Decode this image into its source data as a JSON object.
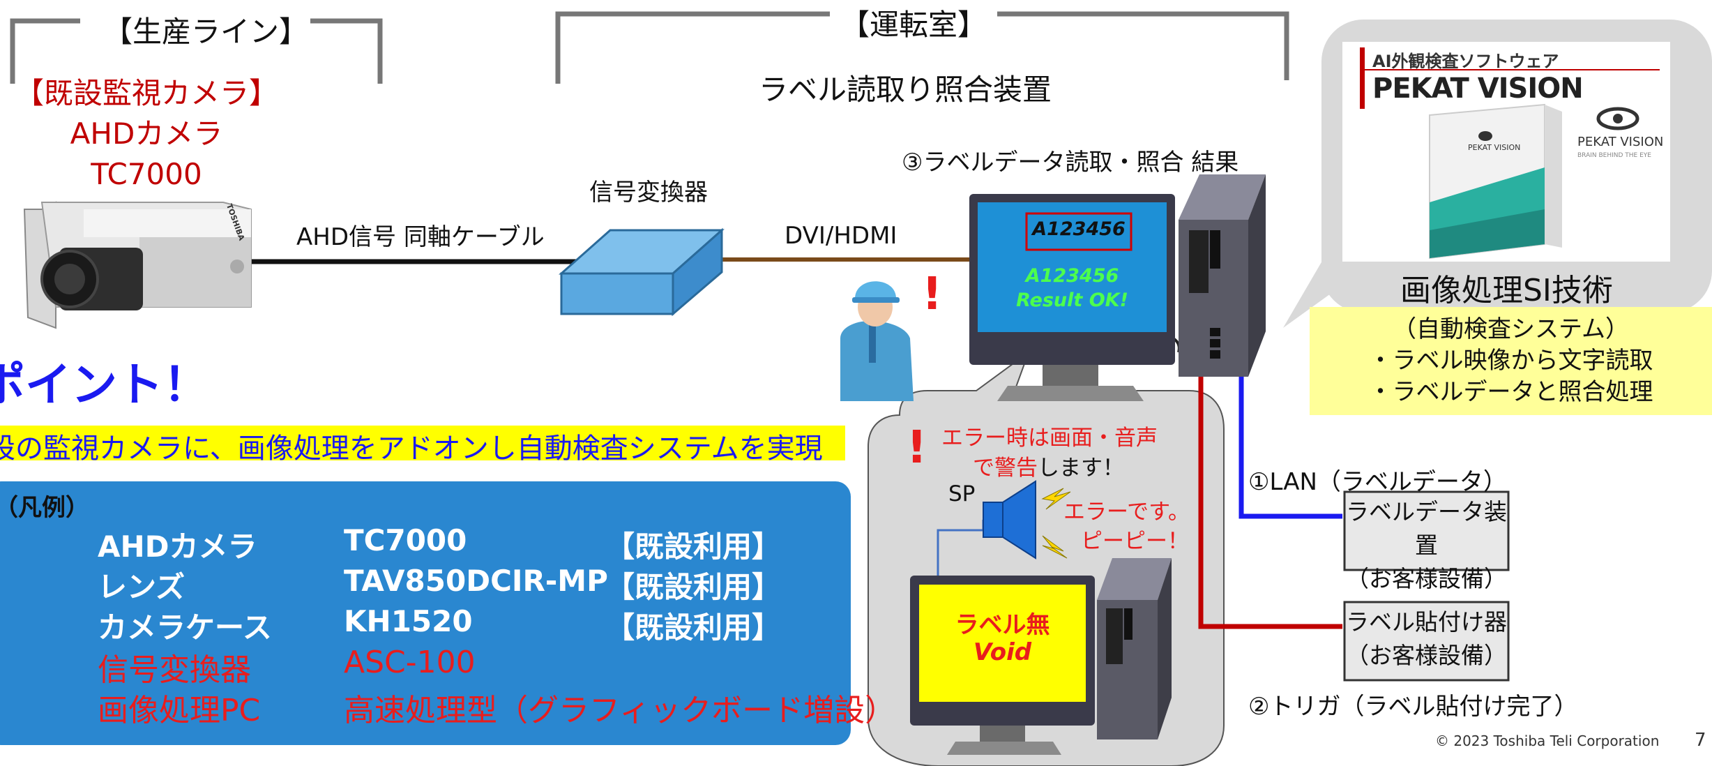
{
  "header": {
    "production_line": "【生産ライン】",
    "control_room": "【運転室】",
    "device_name": "ラベル読取り照合装置"
  },
  "camera": {
    "line1": "【既設監視カメラ】",
    "line2": "AHDカメラ",
    "line3": "TC7000",
    "brand": "TOSHIBA"
  },
  "connections": {
    "coax": "AHD信号 同軸ケーブル",
    "converter": "信号変換器",
    "video": "DVI/HDMI",
    "result": "③ラベルデータ読取・照合 結果",
    "lan": "①LAN（ラベルデータ）",
    "trigger": "②トリガ（ラベル貼付け完了）"
  },
  "monitor": {
    "code_box": "A123456",
    "code_text": "A123456",
    "result_text": "Result OK!"
  },
  "alert": {
    "exclaim": "!",
    "exclaim2": "!",
    "warn_line1": "エラー時は画面・音声",
    "warn_line2_red": "で警告",
    "warn_line2_black": "します！",
    "sp": "SP",
    "speaker_line1": "エラーです。",
    "speaker_line2": "ピーピー！",
    "screen_line1": "ラベル無",
    "screen_line2": "Void"
  },
  "software": {
    "subtitle": "AI外観検査ソフトウェア",
    "title": "PEKAT VISION",
    "box_brand": "PEKAT VISION",
    "logo": "PEKAT VISION",
    "logo_tagline": "BRAIN BEHIND THE EYE",
    "caption": "画像処理SI技術"
  },
  "features": {
    "line1": "（自動検査システム）",
    "line2": "・ラベル映像から文字読取",
    "line3": "・ラベルデータと照合処理"
  },
  "point": {
    "heading": "ポイント！",
    "text": "設の監視カメラに、画像処理をアドオンし自動検査システムを実現"
  },
  "legend": {
    "title": "（凡例）",
    "rows": [
      {
        "item": "AHDカメラ",
        "model": "TC7000",
        "note": "【既設利用】",
        "color": "#ffffff"
      },
      {
        "item": "レンズ",
        "model": "TAV850DCIR-MP",
        "note": "【既設利用】",
        "color": "#ffffff"
      },
      {
        "item": "カメラケース",
        "model": "KH1520",
        "note": "【既設利用】",
        "color": "#ffffff"
      },
      {
        "item": "信号変換器",
        "model": "ASC-100",
        "note": "",
        "color": "#e81d1d"
      },
      {
        "item": "画像処理PC",
        "model": "高速処理型（グラフィックボード増設）",
        "note": "",
        "color": "#e81d1d"
      }
    ]
  },
  "devices": {
    "label_data": [
      "ラベルデータ装置",
      "（お客様設備）"
    ],
    "label_applicator": [
      "ラベル貼付け器",
      "（お客様設備）"
    ]
  },
  "footer": {
    "copyright": "© 2023 Toshiba Teli Corporation",
    "page": "7"
  },
  "colors": {
    "red": "#c00000",
    "bright_red": "#e81d1d",
    "blue": "#1a1af0",
    "legend_bg": "#2a87d0",
    "highlight": "#ffff00",
    "pale_yellow": "#ffff99",
    "monitor_screen": "#1e90d6",
    "gray_bubble": "#d9d9d9"
  },
  "icons": [
    "camera-icon",
    "converter-box-icon",
    "pc-monitor-icon",
    "pc-tower-icon",
    "operator-icon",
    "speaker-icon",
    "lightning-icon",
    "software-box-icon",
    "eye-logo-icon"
  ]
}
